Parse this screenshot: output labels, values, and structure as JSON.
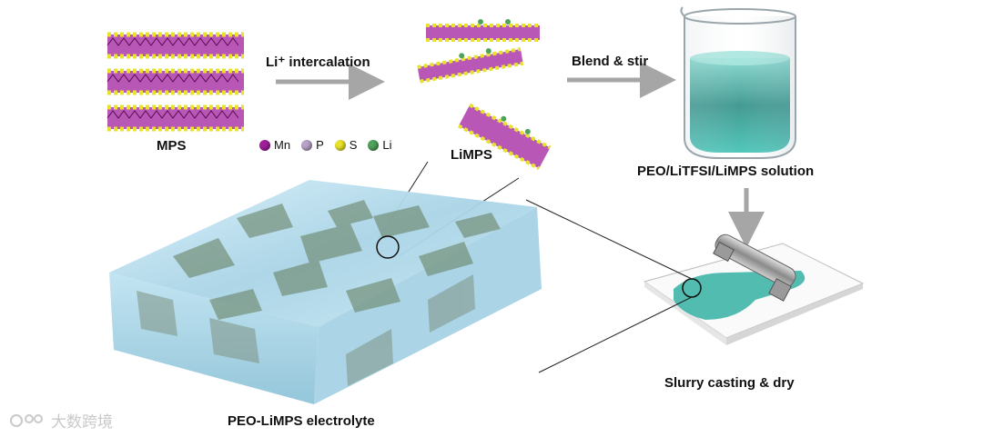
{
  "labels": {
    "mps": "MPS",
    "intercalation": "Li⁺ intercalation",
    "limps": "LiMPS",
    "blend": "Blend & stir",
    "solution": "PEO/LiTFSI/LiMPS solution",
    "slurry": "Slurry casting & dry",
    "electrolyte": "PEO-LiMPS electrolyte"
  },
  "legend": [
    {
      "symbol": "Mn",
      "color": "#a01f9c"
    },
    {
      "symbol": "P",
      "color": "#b9a3c9"
    },
    {
      "symbol": "S",
      "color": "#e8e22c"
    },
    {
      "symbol": "Li",
      "color": "#4fa35a"
    }
  ],
  "watermark": "大数跨境",
  "colors": {
    "arrow": "#a6a6a6",
    "solution": "#3fb5a8",
    "layer_purple": "#a01f9c",
    "layer_yellow": "#e8e22c"
  }
}
